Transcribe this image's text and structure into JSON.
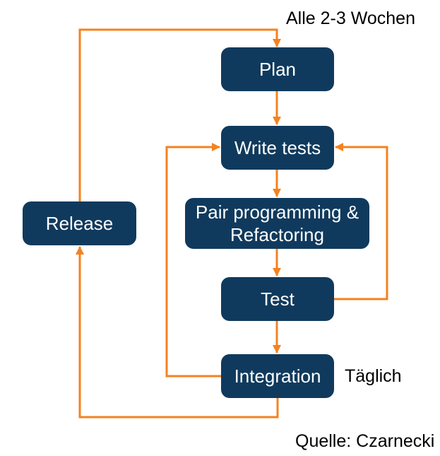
{
  "diagram": {
    "nodes": {
      "plan": {
        "label": "Plan"
      },
      "write_tests": {
        "label": "Write tests"
      },
      "pair": {
        "label": "Pair programming & Refactoring"
      },
      "test": {
        "label": "Test"
      },
      "integration": {
        "label": "Integration"
      },
      "release": {
        "label": "Release"
      }
    },
    "annotations": {
      "cycle_label": "Alle 2-3 Wochen",
      "daily_label": "Täglich",
      "source_label": "Quelle: Czarnecki"
    },
    "colors": {
      "node_fill": "#103A5D",
      "node_text": "#FFFFFF",
      "arrow": "#F5821F",
      "annotation_text": "#000000",
      "background": "#FFFFFF"
    }
  }
}
